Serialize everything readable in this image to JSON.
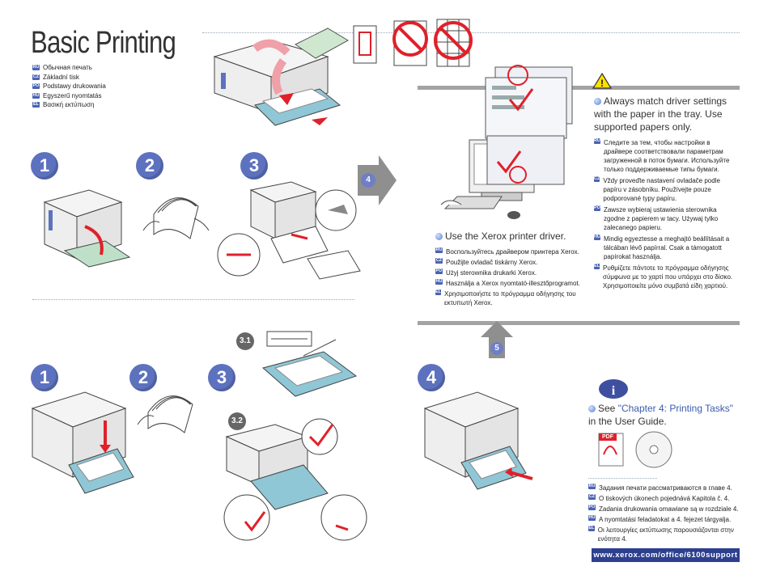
{
  "title": "Basic Printing",
  "languages": [
    {
      "code": "RU",
      "text": "Обычная печать"
    },
    {
      "code": "CZ",
      "text": "Základní tisk"
    },
    {
      "code": "PO",
      "text": "Podstawy drukowania"
    },
    {
      "code": "HU",
      "text": "Egyszerű nyomtatás"
    },
    {
      "code": "EL",
      "text": "Βασική εκτύπωση"
    }
  ],
  "steps_top": [
    "1",
    "2",
    "3"
  ],
  "steps_bottom": [
    "1",
    "2",
    "3",
    "4"
  ],
  "substeps": [
    "3.1",
    "3.2"
  ],
  "arrow4": "4",
  "arrow5": "5",
  "warning": {
    "main": "Always match driver settings with the paper in the tray. Use supported papers only.",
    "translations": [
      {
        "code": "RU",
        "text": "Следите за тем, чтобы настройки в драйвере соответствовали параметрам загруженной в поток бумаги. Используйте только поддерживаемые типы бумаги."
      },
      {
        "code": "CZ",
        "text": "Vždy proveďte nastavení ovladače podle papíru v zásobníku. Používejte pouze podporované typy papíru."
      },
      {
        "code": "PO",
        "text": "Zawsze wybieraj ustawienia sterownika zgodne z papierem w tacy. Używaj tylko zalecanego papieru."
      },
      {
        "code": "HU",
        "text": "Mindig egyeztesse a meghajtó beállításait a tálcában lévő papírral. Csak a támogatott papírokat használja."
      },
      {
        "code": "EL",
        "text": "Ρυθμίζετε πάντοτε το πρόγραμμα οδήγησης σύμφωνα με το χαρτί που υπάρχει στο δίσκο. Χρησιμοποιείτε μόνο συμβατά είδη χαρτιού."
      }
    ]
  },
  "driver": {
    "main": "Use the Xerox printer driver.",
    "translations": [
      {
        "code": "RU",
        "text": "Воспользуйтесь драйвером принтера Xerox."
      },
      {
        "code": "CZ",
        "text": "Použijte ovladač tiskárny Xerox."
      },
      {
        "code": "PO",
        "text": "Użyj sterownika drukarki Xerox."
      },
      {
        "code": "HU",
        "text": "Használja a Xerox nyomtató-illesztőprogramot."
      },
      {
        "code": "EL",
        "text": "Χρησιμοποιήστε το πρόγραμμα οδήγησης του εκτυπωτή Xerox."
      }
    ]
  },
  "see": {
    "prefix": "See ",
    "link": "\"Chapter 4: Printing Tasks\"",
    "suffix": "in the User Guide.",
    "translations": [
      {
        "code": "RU",
        "text": "Задания печати рассматриваются в главе 4."
      },
      {
        "code": "CZ",
        "text": "O tiskových úkonech pojednává Kapitola č. 4."
      },
      {
        "code": "PO",
        "text": "Zadania drukowania omawiane są w rozdziale 4."
      },
      {
        "code": "HU",
        "text": "A nyomtatási feladatokat a 4. fejezet tárgyalja."
      },
      {
        "code": "EL",
        "text": "Οι λειτουργίες εκτύπωσης παρουσιάζονται στην ενότητα 4."
      }
    ]
  },
  "pdf_label": "PDF",
  "url": "www.xerox.com/office/6100support",
  "colors": {
    "accent": "#5d72bf",
    "red": "#e0202a",
    "tray": "#8fc7d6",
    "navy": "#2d3f8f"
  }
}
